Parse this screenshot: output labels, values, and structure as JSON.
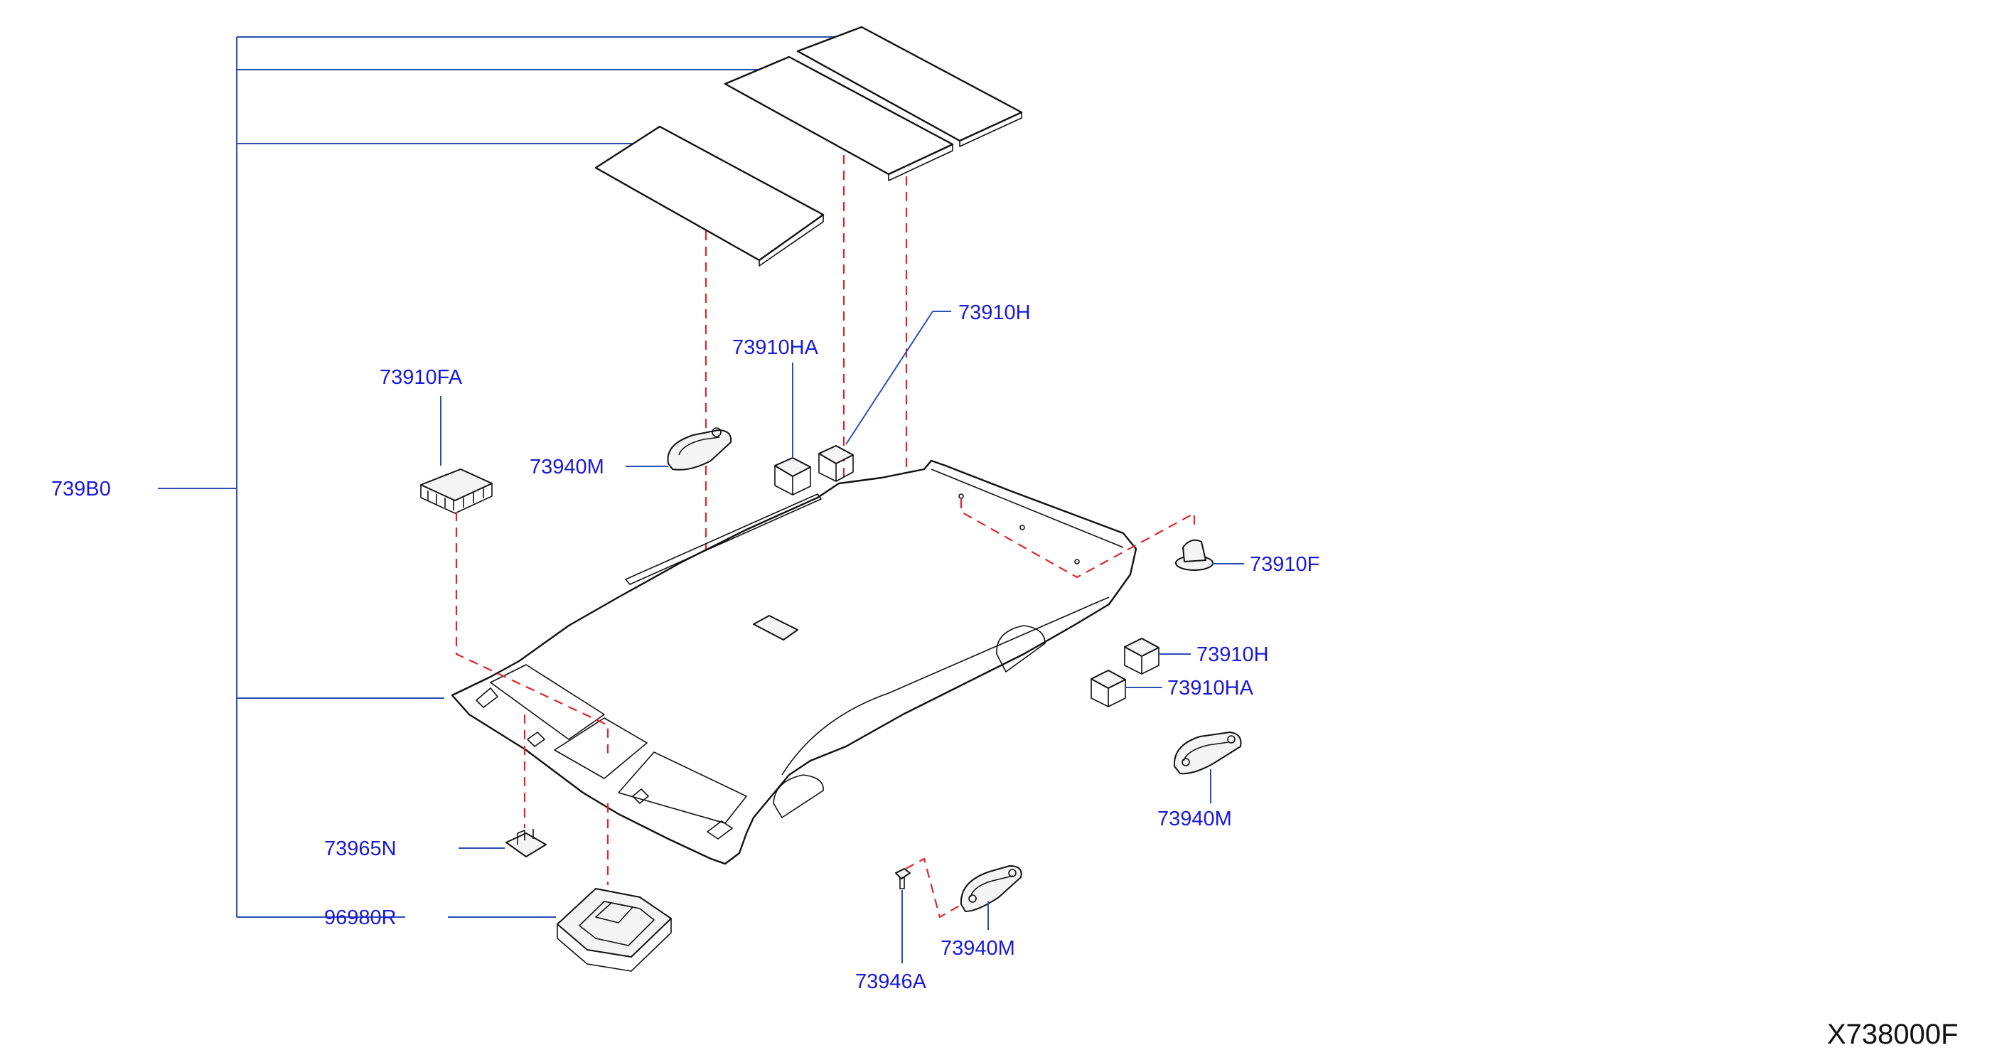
{
  "diagram": {
    "labels": {
      "assembly": "739B0",
      "clip_pad_left": "73910FA",
      "pad_ha_top": "73910HA",
      "pad_h_top": "73910H",
      "assist_grip_top": "73940M",
      "clip_right": "73910F",
      "pad_h_right": "73910H",
      "pad_ha_right": "73910HA",
      "assist_grip_right": "73940M",
      "holder_clip": "73965N",
      "room_lamp": "96980R",
      "screw": "73946A",
      "assist_grip_bottom": "73940M"
    },
    "reference_code": "X738000F"
  },
  "colors": {
    "callout_text": "#1a1ad6",
    "leader_line": "#2a4fb5",
    "dashed_line": "#e0262a",
    "part_outline": "#111111"
  }
}
